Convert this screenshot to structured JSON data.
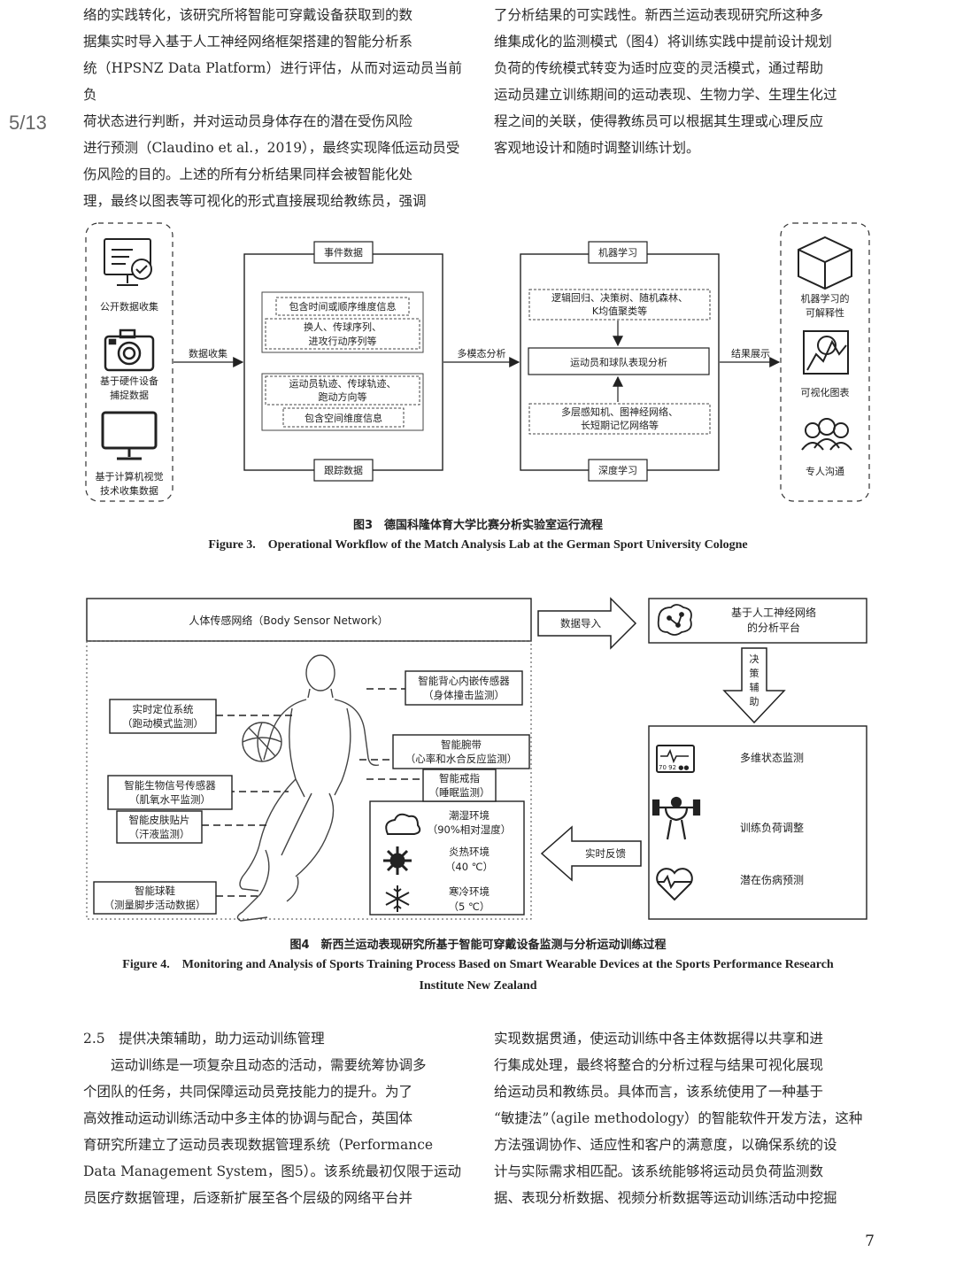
{
  "page_indicator": "5/13",
  "top_left": [
    "络的实践转化，该研究所将智能可穿戴设备获取到的数",
    "据集实时导入基于人工神经网络框架搭建的智能分析系",
    "统（HPSNZ Data Platform）进行评估，从而对运动员当前负",
    "荷状态进行判断，并对运动员身体存在的潜在受伤风险",
    "进行预测（Claudino et al.，2019），最终实现降低运动员受",
    "伤风险的目的。上述的所有分析结果同样会被智能化处",
    "理，最终以图表等可视化的形式直接展现给教练员，强调"
  ],
  "top_right": [
    "了分析结果的可实践性。新西兰运动表现研究所这种多",
    "维集成化的监测模式（图4）将训练实践中提前设计规划",
    "负荷的传统模式转变为适时应变的灵活模式，通过帮助",
    "运动员建立训练期间的运动表现、生物力学、生理生化过",
    "程之间的关联，使得教练员可以根据其生理或心理反应",
    "客观地设计和随时调整训练计划。"
  ],
  "fig3": {
    "left_items": [
      "公开数据收集",
      "基于硬件设备",
      "捕捉数据",
      "基于计算机视觉",
      "技术收集数据"
    ],
    "arrow_collect": "数据收集",
    "box_event": "事件数据",
    "event_1": "包含时间或顺序维度信息",
    "event_2a": "换人、传球序列、",
    "event_2b": "进攻行动序列等",
    "track_1a": "运动员轨迹、传球轨迹、",
    "track_1b": "跑动方向等",
    "track_2": "包含空间维度信息",
    "box_track": "跟踪数据",
    "arrow_multimodal": "多模态分析",
    "box_ml": "机器学习",
    "ml_1a": "逻辑回归、决策树、随机森林、",
    "ml_1b": "K均值聚类等",
    "center": "运动员和球队表现分析",
    "dl_1a": "多层感知机、图神经网络、",
    "dl_1b": "长短期记忆网络等",
    "box_dl": "深度学习",
    "arrow_result": "结果展示",
    "right_1a": "机器学习的",
    "right_1b": "可解释性",
    "right_2": "可视化图表",
    "right_3": "专人沟通",
    "caption_cn": "图3　德国科隆体育大学比赛分析实验室运行流程",
    "caption_en": "Figure 3.　Operational Workflow of the Match Analysis Lab at the German Sport University Cologne"
  },
  "fig4": {
    "bsn": "人体传感网络（Body Sensor Network）",
    "arrow_import": "数据导入",
    "platform_a": "基于人工神经网络",
    "platform_b": "的分析平台",
    "decision": [
      "决",
      "策",
      "辅",
      "助"
    ],
    "vest_a": "智能背心内嵌传感器",
    "vest_b": "（身体撞击监测）",
    "gps_a": "实时定位系统",
    "gps_b": "（跑动模式监测）",
    "wrist_a": "智能腕带",
    "wrist_b": "（心率和水合反应监测）",
    "ring_a": "智能戒指",
    "ring_b": "（睡眠监测）",
    "bio_a": "智能生物信号传感器",
    "bio_b": "（肌氧水平监测）",
    "patch_a": "智能皮肤贴片",
    "patch_b": "（汗液监测）",
    "shoe_a": "智能球鞋",
    "shoe_b": "（测量脚步活动数据）",
    "env_humid_a": "潮湿环境",
    "env_humid_b": "（90%相对湿度）",
    "env_hot_a": "炎热环境",
    "env_hot_b": "（40 ℃）",
    "env_cold_a": "寒冷环境",
    "env_cold_b": "（5 ℃）",
    "arrow_feedback": "实时反馈",
    "out_1": "多维状态监测",
    "out_2": "训练负荷调整",
    "out_3": "潜在伤病预测",
    "monitor_readout": "70 92 ●●",
    "caption_cn": "图4　新西兰运动表现研究所基于智能可穿戴设备监测与分析运动训练过程",
    "caption_en_a": "Figure 4.　Monitoring and Analysis of Sports Training Process Based on Smart Wearable Devices at the Sports Performance Research",
    "caption_en_b": "Institute New Zealand"
  },
  "section_title": "2.5　提供决策辅助，助力运动训练管理",
  "bottom_left": [
    "运动训练是一项复杂且动态的活动，需要统筹协调多",
    "个团队的任务，共同保障运动员竞技能力的提升。为了",
    "高效推动运动训练活动中多主体的协调与配合，英国体",
    "育研究所建立了运动员表现数据管理系统（Performance",
    "Data Management System，图5）。该系统最初仅限于运动",
    "员医疗数据管理，后逐新扩展至各个层级的网络平台并"
  ],
  "bottom_right": [
    "实现数据贯通，使运动训练中各主体数据得以共享和进",
    "行集成处理，最终将整合的分析过程与结果可视化展现",
    "给运动员和教练员。具体而言，该系统使用了一种基于",
    "“敏捷法”（agile methodology）的智能软件开发方法，这种",
    "方法强调协作、适应性和客户的满意度，以确保系统的设",
    "计与实际需求相匹配。该系统能够将运动员负荷监测数",
    "据、表现分析数据、视频分析数据等运动训练活动中挖掘"
  ],
  "page_number": "7"
}
